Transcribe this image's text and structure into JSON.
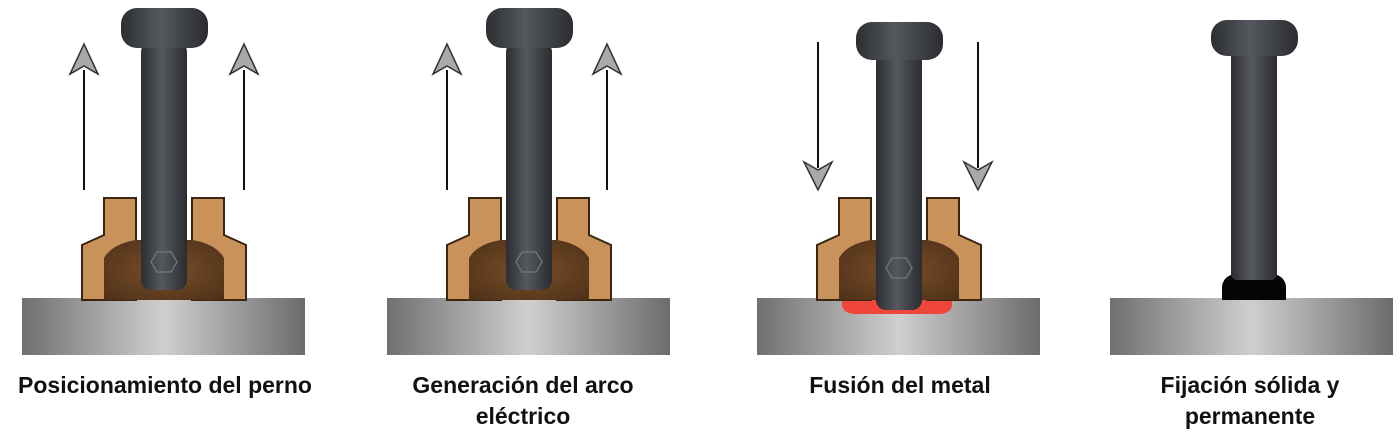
{
  "steps": [
    {
      "caption": "Posicionamiento del perno",
      "motion": "up"
    },
    {
      "caption": "Generación del arco eléctrico",
      "motion": "up"
    },
    {
      "caption": "Fusión del metal",
      "motion": "down"
    },
    {
      "caption": "Fijación sólida y permanente",
      "motion": "none"
    }
  ],
  "colors": {
    "plate_light": "#c4c4c4",
    "plate_dark": "#6a6a6a",
    "ferrule": "#c9925a",
    "ferrule_edge": "#3a2510",
    "flux": "#6b4424",
    "stud": "#4a4d52",
    "stud_dark": "#2e3034",
    "arrow_head": "#a9a9a9",
    "molten": "#f0453a",
    "weld": "#050505"
  }
}
